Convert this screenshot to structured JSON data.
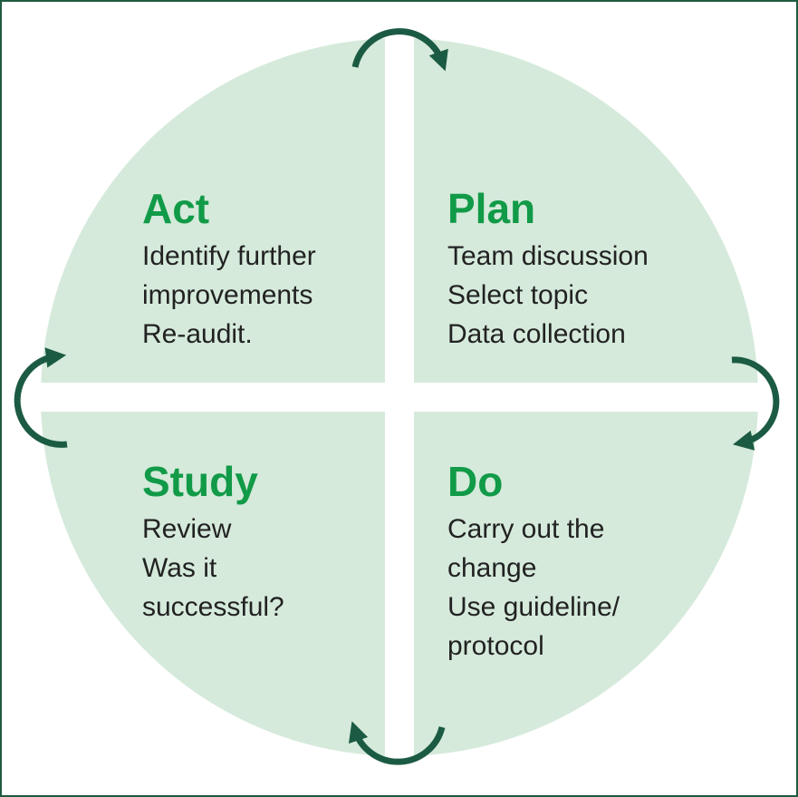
{
  "colors": {
    "circle_fill": "#d5eadb",
    "title_green": "#119a47",
    "arrow_dark": "#1c5b43",
    "frame": "#1f5a3f",
    "gap": "#ffffff"
  },
  "quadrants": {
    "act": {
      "title": "Act",
      "lines": [
        "Identify further",
        "improvements",
        "Re-audit."
      ]
    },
    "plan": {
      "title": "Plan",
      "lines": [
        "Team discussion",
        "Select topic",
        "Data collection"
      ]
    },
    "study": {
      "title": "Study",
      "lines": [
        "Review",
        "Was it",
        "successful?"
      ]
    },
    "do": {
      "title": "Do",
      "lines": [
        "Carry out the",
        "change",
        "Use guideline/",
        "protocol"
      ]
    }
  },
  "arrows": [
    "top-clockwise-arrow-icon",
    "right-clockwise-arrow-icon",
    "bottom-clockwise-arrow-icon",
    "left-clockwise-arrow-icon"
  ]
}
